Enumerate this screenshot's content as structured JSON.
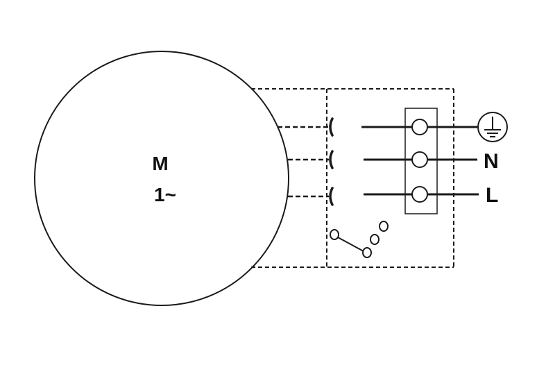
{
  "motor": {
    "symbol": "M",
    "phase": "1~"
  },
  "terminals": {
    "earth": "earth-symbol",
    "neutral": "N",
    "live": "L"
  },
  "colors": {
    "line": "#1a1a1a",
    "background": "#ffffff"
  }
}
